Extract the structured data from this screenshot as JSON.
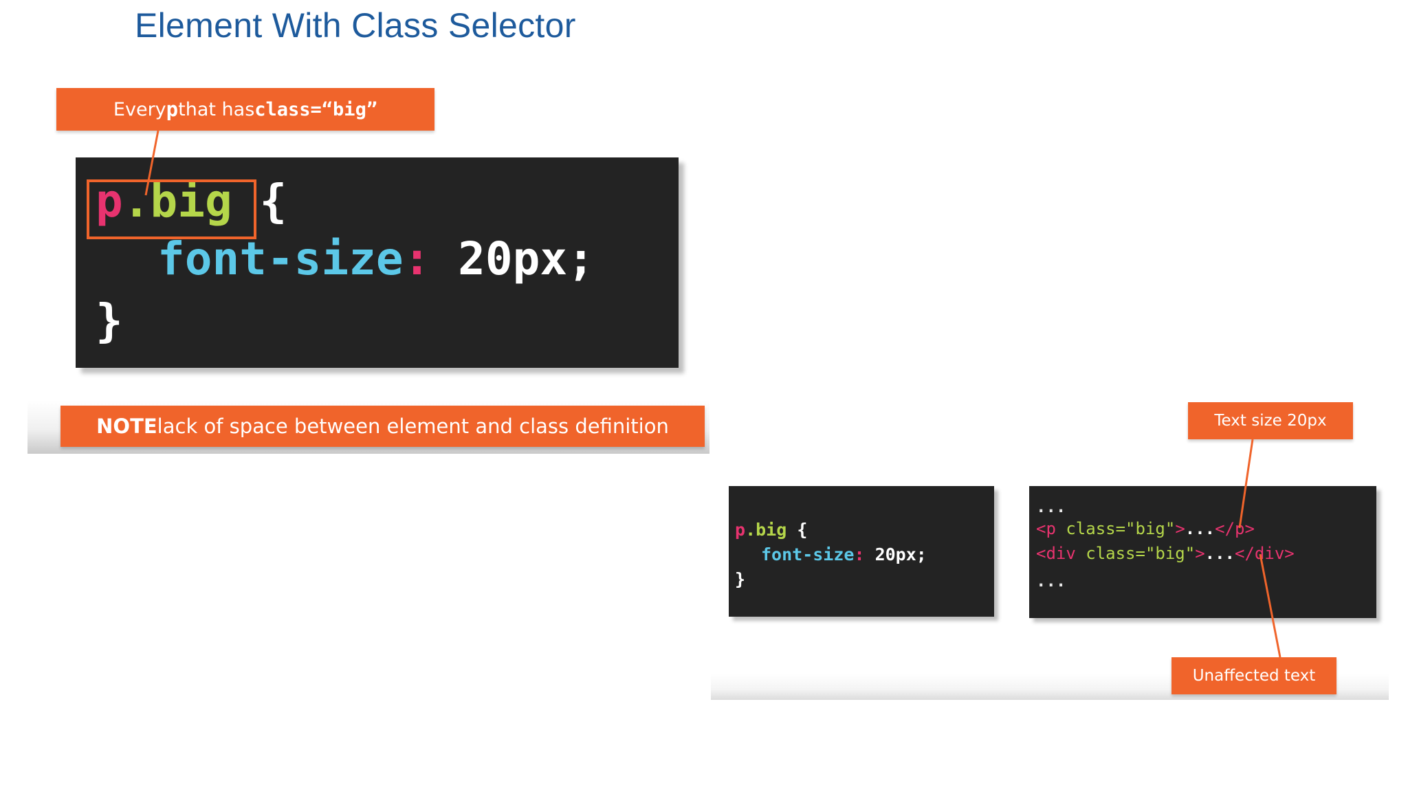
{
  "slide": {
    "title": "Element With Class Selector"
  },
  "callouts": {
    "top": {
      "prefix": "Every ",
      "element": "p",
      "middle": " that has ",
      "attr": "class=“big”"
    },
    "note": {
      "bold": "NOTE",
      "rest": " lack of space between element and class definition"
    },
    "text_size": "Text size 20px",
    "unaffected": "Unaffected text"
  },
  "main_code": {
    "selector_element": "p",
    "selector_class": ".big",
    "open_brace": " {",
    "property": "font-size",
    "colon": ":",
    "value": " 20px;",
    "close_brace": "}"
  },
  "small_css": {
    "selector_element": "p",
    "selector_class": ".big",
    "open_brace": " {",
    "property": "font-size",
    "colon": ":",
    "value": " 20px;",
    "close_brace": "}"
  },
  "html_code": {
    "line1": "...",
    "p_open": "<p ",
    "p_attr": "class=\"big\"",
    "p_gt": ">",
    "p_dots": "...",
    "p_close": "</p>",
    "div_open": "<div ",
    "div_attr": "class=\"big\"",
    "div_gt": ">",
    "div_dots": "...",
    "div_close": "</div>",
    "line4": "..."
  },
  "colors": {
    "accent_orange": "#f0642b",
    "title_blue": "#1d5a9c",
    "code_bg": "#232323",
    "code_pink": "#e8336f",
    "code_green": "#b5d64a",
    "code_blue": "#5cc8e8"
  }
}
